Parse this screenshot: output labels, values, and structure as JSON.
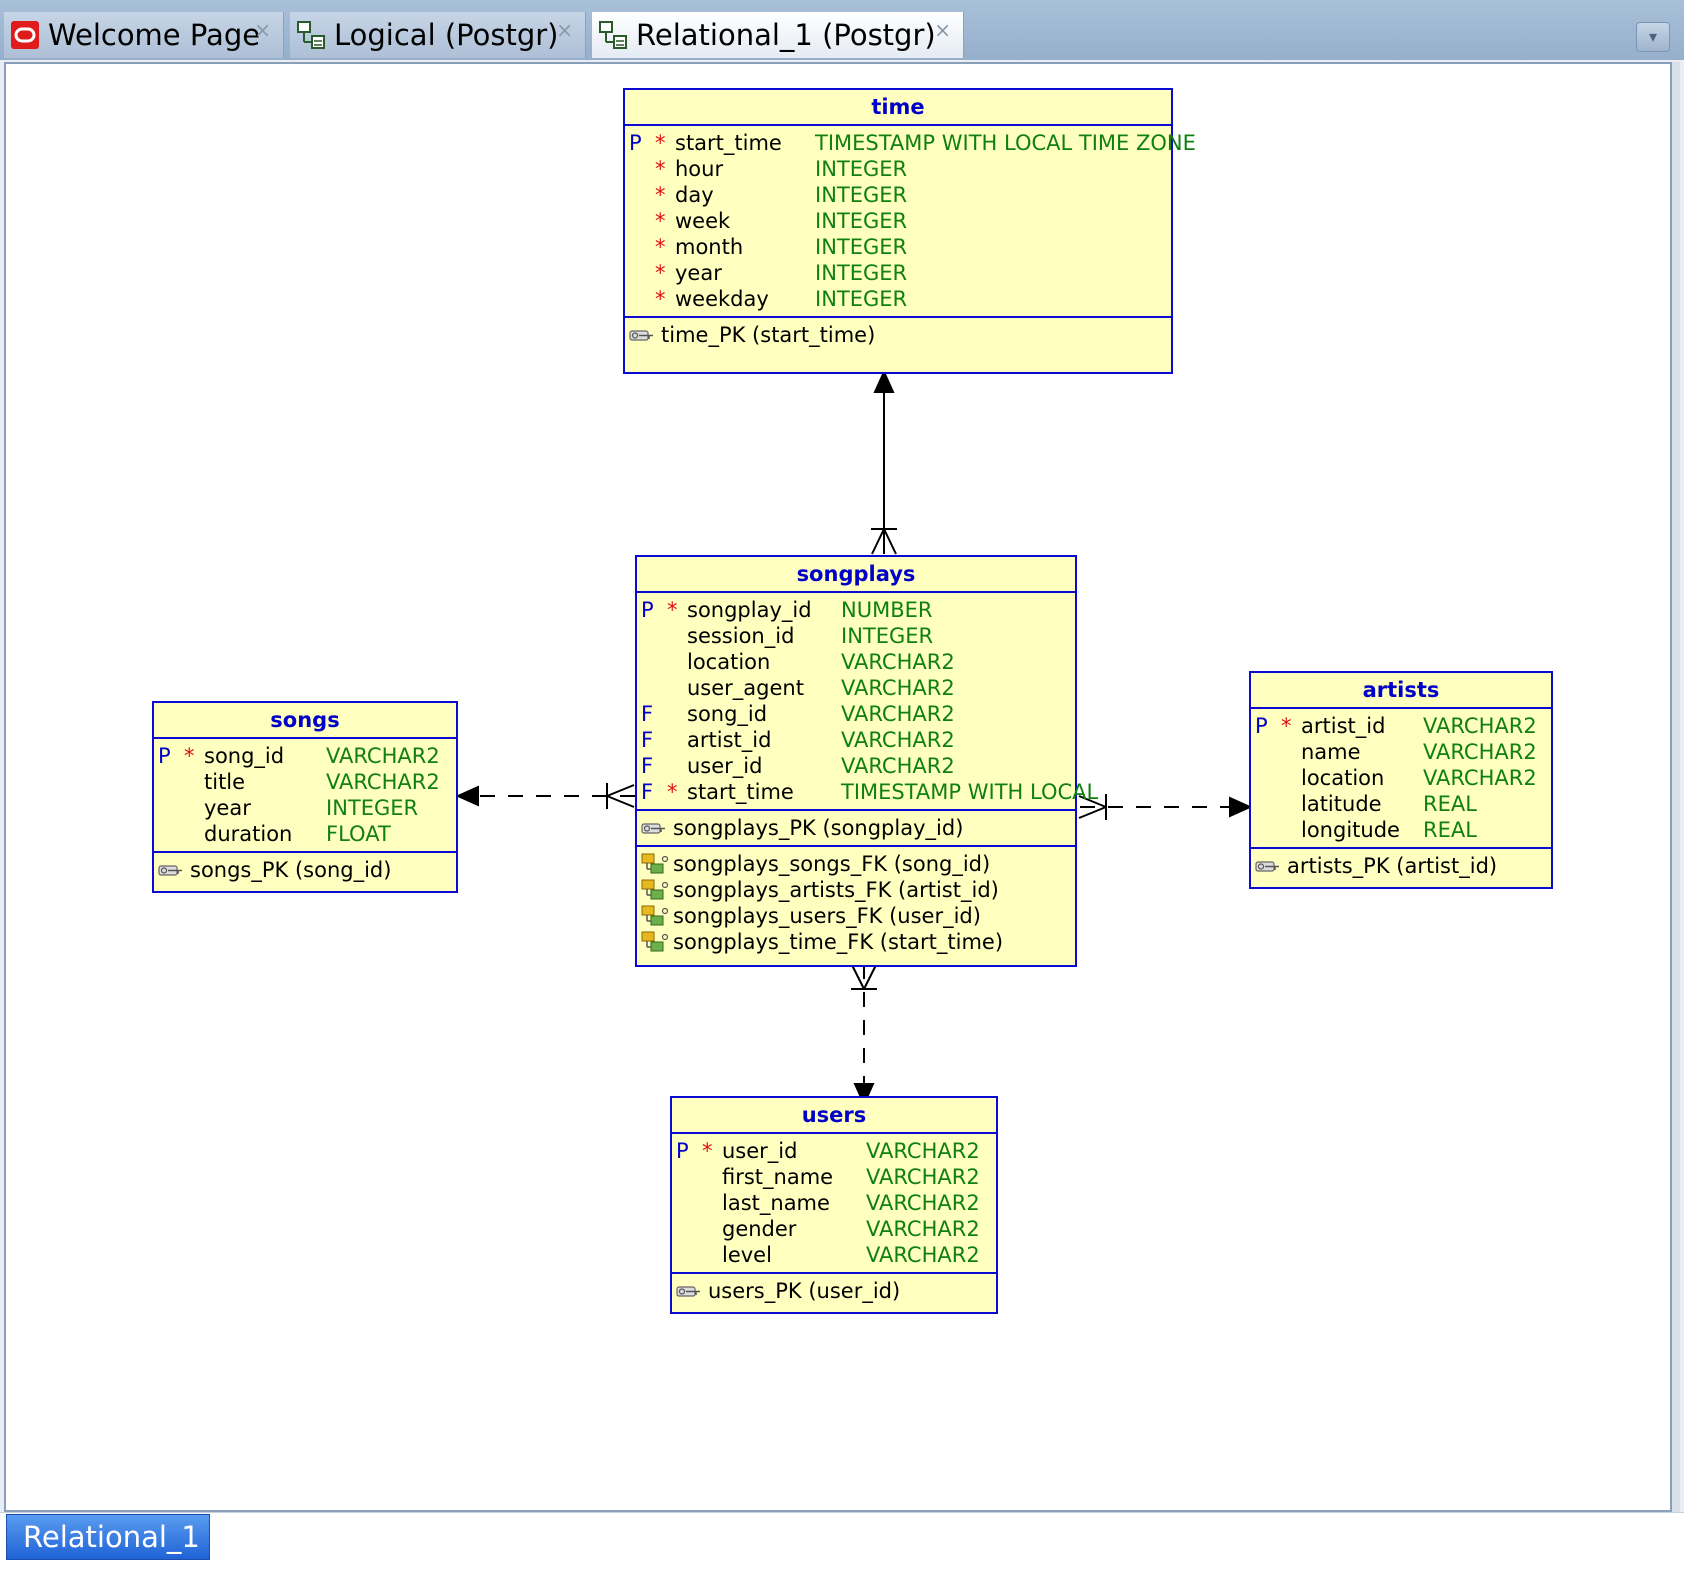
{
  "tabs": [
    {
      "label": "Welcome Page",
      "close": "×",
      "icon": "oracle-logo-icon"
    },
    {
      "label": "Logical (Postgr)",
      "close": "×",
      "icon": "diagram-icon"
    },
    {
      "label": "Relational_1 (Postgr)",
      "close": "×",
      "icon": "diagram-icon"
    }
  ],
  "tab_menu_glyph": "▾",
  "bottom_tab": "Relational_1",
  "colors": {
    "table_fill": "#ffffc0",
    "table_border": "#0a0ad2",
    "title_text": "#0000c8",
    "type_text": "#108010",
    "required_star": "#e01010"
  },
  "tables": {
    "time": {
      "title": "time",
      "columns": [
        {
          "flag": "P",
          "req": "*",
          "name": "start_time",
          "type": "TIMESTAMP WITH LOCAL TIME ZONE"
        },
        {
          "flag": "",
          "req": "*",
          "name": "hour",
          "type": "INTEGER"
        },
        {
          "flag": "",
          "req": "*",
          "name": "day",
          "type": "INTEGER"
        },
        {
          "flag": "",
          "req": "*",
          "name": "week",
          "type": "INTEGER"
        },
        {
          "flag": "",
          "req": "*",
          "name": "month",
          "type": "INTEGER"
        },
        {
          "flag": "",
          "req": "*",
          "name": "year",
          "type": "INTEGER"
        },
        {
          "flag": "",
          "req": "*",
          "name": "weekday",
          "type": "INTEGER"
        }
      ],
      "keys": [
        "time_PK (start_time)"
      ]
    },
    "songplays": {
      "title": "songplays",
      "columns": [
        {
          "flag": "P",
          "req": "*",
          "name": "songplay_id",
          "type": "NUMBER"
        },
        {
          "flag": "",
          "req": "",
          "name": "session_id",
          "type": "INTEGER"
        },
        {
          "flag": "",
          "req": "",
          "name": "location",
          "type": "VARCHAR2"
        },
        {
          "flag": "",
          "req": "",
          "name": "user_agent",
          "type": "VARCHAR2"
        },
        {
          "flag": "F",
          "req": "",
          "name": "song_id",
          "type": "VARCHAR2"
        },
        {
          "flag": "F",
          "req": "",
          "name": "artist_id",
          "type": "VARCHAR2"
        },
        {
          "flag": "F",
          "req": "",
          "name": "user_id",
          "type": "VARCHAR2"
        },
        {
          "flag": "F",
          "req": "*",
          "name": "start_time",
          "type": "TIMESTAMP WITH LOCAL"
        }
      ],
      "keys": [
        "songplays_PK (songplay_id)"
      ],
      "foreign_keys": [
        "songplays_songs_FK (song_id)",
        "songplays_artists_FK (artist_id)",
        "songplays_users_FK (user_id)",
        "songplays_time_FK (start_time)"
      ]
    },
    "songs": {
      "title": "songs",
      "columns": [
        {
          "flag": "P",
          "req": "*",
          "name": "song_id",
          "type": "VARCHAR2"
        },
        {
          "flag": "",
          "req": "",
          "name": "title",
          "type": "VARCHAR2"
        },
        {
          "flag": "",
          "req": "",
          "name": "year",
          "type": "INTEGER"
        },
        {
          "flag": "",
          "req": "",
          "name": "duration",
          "type": "FLOAT"
        }
      ],
      "keys": [
        "songs_PK (song_id)"
      ]
    },
    "artists": {
      "title": "artists",
      "columns": [
        {
          "flag": "P",
          "req": "*",
          "name": "artist_id",
          "type": "VARCHAR2"
        },
        {
          "flag": "",
          "req": "",
          "name": "name",
          "type": "VARCHAR2"
        },
        {
          "flag": "",
          "req": "",
          "name": "location",
          "type": "VARCHAR2"
        },
        {
          "flag": "",
          "req": "",
          "name": "latitude",
          "type": "REAL"
        },
        {
          "flag": "",
          "req": "",
          "name": "longitude",
          "type": "REAL"
        }
      ],
      "keys": [
        "artists_PK (artist_id)"
      ]
    },
    "users": {
      "title": "users",
      "columns": [
        {
          "flag": "P",
          "req": "*",
          "name": "user_id",
          "type": "VARCHAR2"
        },
        {
          "flag": "",
          "req": "",
          "name": "first_name",
          "type": "VARCHAR2"
        },
        {
          "flag": "",
          "req": "",
          "name": "last_name",
          "type": "VARCHAR2"
        },
        {
          "flag": "",
          "req": "",
          "name": "gender",
          "type": "VARCHAR2"
        },
        {
          "flag": "",
          "req": "",
          "name": "level",
          "type": "VARCHAR2"
        }
      ],
      "keys": [
        "users_PK (user_id)"
      ]
    }
  },
  "relationships": [
    {
      "from": "songplays",
      "to": "time",
      "style": "solid",
      "cardinality": "many-to-one"
    },
    {
      "from": "songplays",
      "to": "songs",
      "style": "dashed",
      "cardinality": "many-to-one"
    },
    {
      "from": "songplays",
      "to": "artists",
      "style": "dashed",
      "cardinality": "many-to-one"
    },
    {
      "from": "songplays",
      "to": "users",
      "style": "dashed",
      "cardinality": "many-to-one"
    }
  ]
}
